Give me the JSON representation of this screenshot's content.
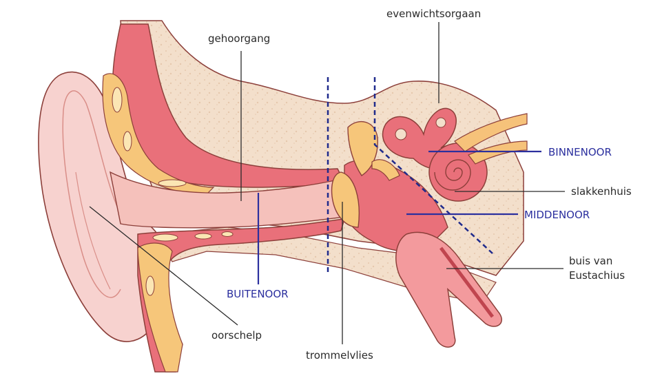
{
  "colors": {
    "skin": "#f7d2cf",
    "skin_dark": "#eab1ac",
    "outline": "#8c3f3a",
    "cartilage": "#f6c67a",
    "cartilage_inner": "#fbe6b4",
    "canal": "#f5c1bb",
    "tissue_red": "#e9707a",
    "tissue_pink": "#f39a9d",
    "bone": "#f3dfcb",
    "bone_speckle": "#e9cdb4",
    "nerve": "#f6c27a",
    "leader_dark": "#2a2a2a",
    "leader_blue": "#2b2f9e",
    "divider_blue": "#1f2a8c"
  },
  "labels": {
    "gehoorgang": "gehoorgang",
    "evenwichtsorgaan": "evenwichtsorgaan",
    "binnenoor": "BINNENOOR",
    "slakkenhuis": "slakkenhuis",
    "middenoor": "MIDDENOOR",
    "buis_line1": "buis van",
    "buis_line2": "Eustachius",
    "buitenoor": "BUITENOOR",
    "oorschelp": "oorschelp",
    "trommelvlies": "trommelvlies"
  }
}
